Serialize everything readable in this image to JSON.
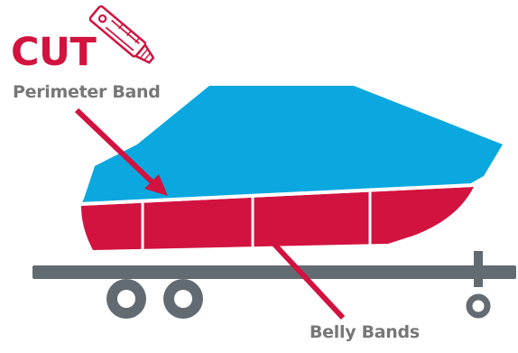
{
  "labels": {
    "cut": "CUT",
    "perimeter_band": "Perimeter Band",
    "belly_bands": "Belly Bands"
  },
  "colors": {
    "cover_blue": "#0aa8df",
    "hull_red": "#d2123f",
    "trailer_gray": "#636b72",
    "label_gray": "#777777",
    "band_white": "#ffffff"
  },
  "icons": {
    "cut_tool": "utility-knife-icon"
  }
}
